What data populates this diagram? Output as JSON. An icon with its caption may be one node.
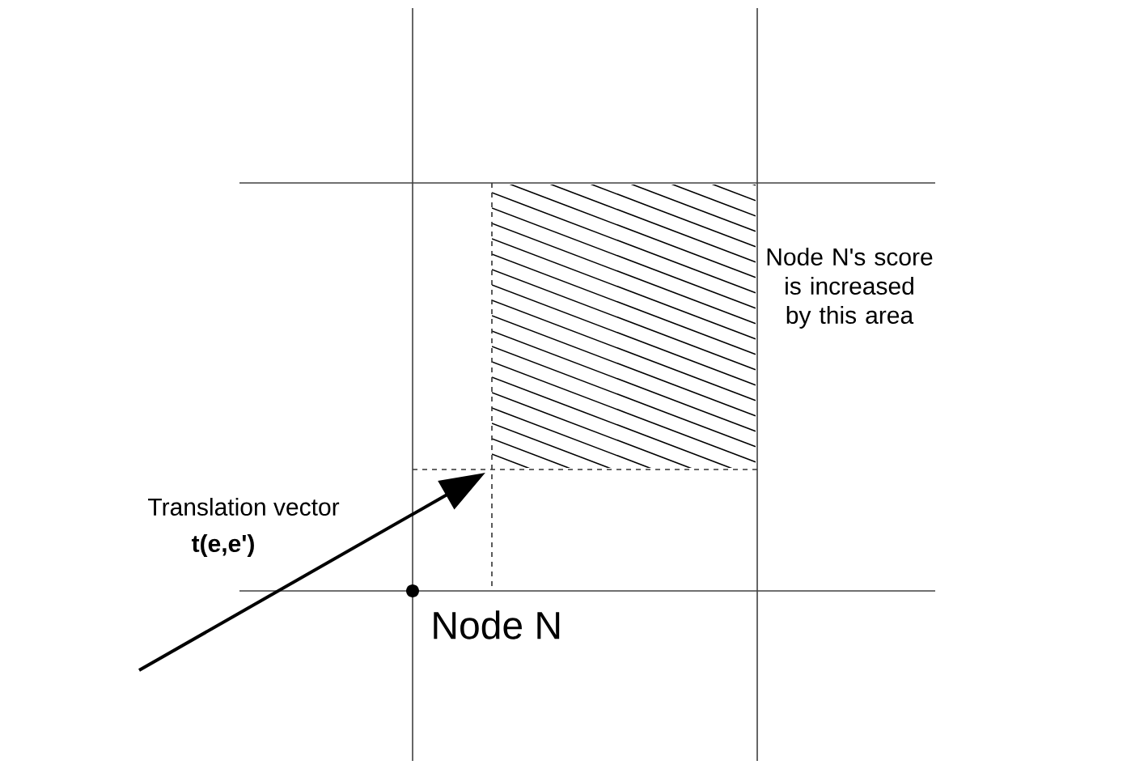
{
  "diagram": {
    "labels": [
      "Translation vector",
      "t(e,e')",
      "Node N",
      "Node N's score is increased by this area"
    ]
  }
}
